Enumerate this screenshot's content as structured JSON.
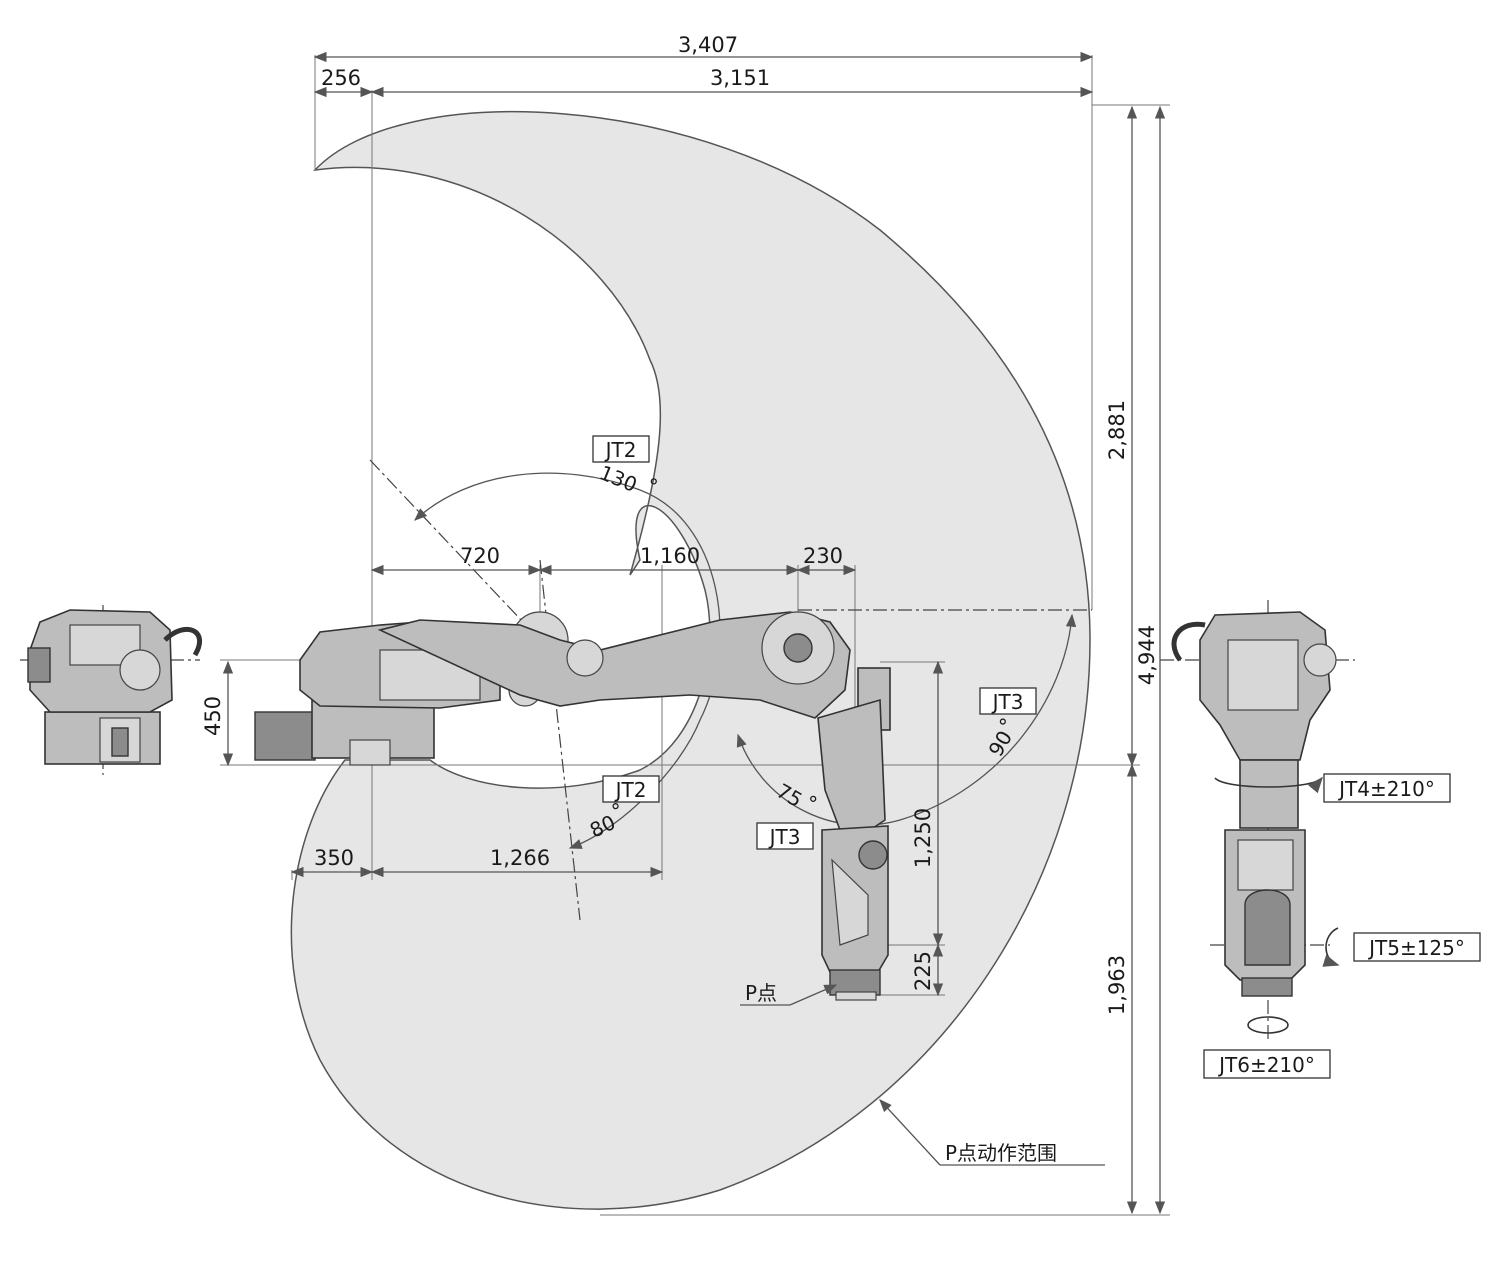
{
  "dimensions": {
    "overall_width": "3,407",
    "offset_left": "256",
    "reach_width": "3,151",
    "arm_720": "720",
    "arm_1160": "1,160",
    "arm_230": "230",
    "height_450": "450",
    "base_350": "350",
    "reach_1266": "1,266",
    "height_1250": "1,250",
    "height_225": "225",
    "height_2881": "2,881",
    "height_4944": "4,944",
    "height_1963": "1,963"
  },
  "angles": {
    "jt2_upper": "130",
    "jt2_lower": "80",
    "jt3_lower": "75",
    "jt3_upper": "90",
    "degree_symbol": "°"
  },
  "labels": {
    "jt2_top": "JT2",
    "jt2_bottom": "JT2",
    "jt3_right": "JT3",
    "jt3_bottom": "JT3",
    "jt4": "JT4±210°",
    "jt5": "JT5±125°",
    "jt6": "JT6±210°",
    "p_point": "P点",
    "p_range": "P点动作范围"
  },
  "colors": {
    "work_envelope": "#e6e6e6",
    "envelope_stroke": "#555555",
    "robot_body": "#bdbdbd"
  }
}
